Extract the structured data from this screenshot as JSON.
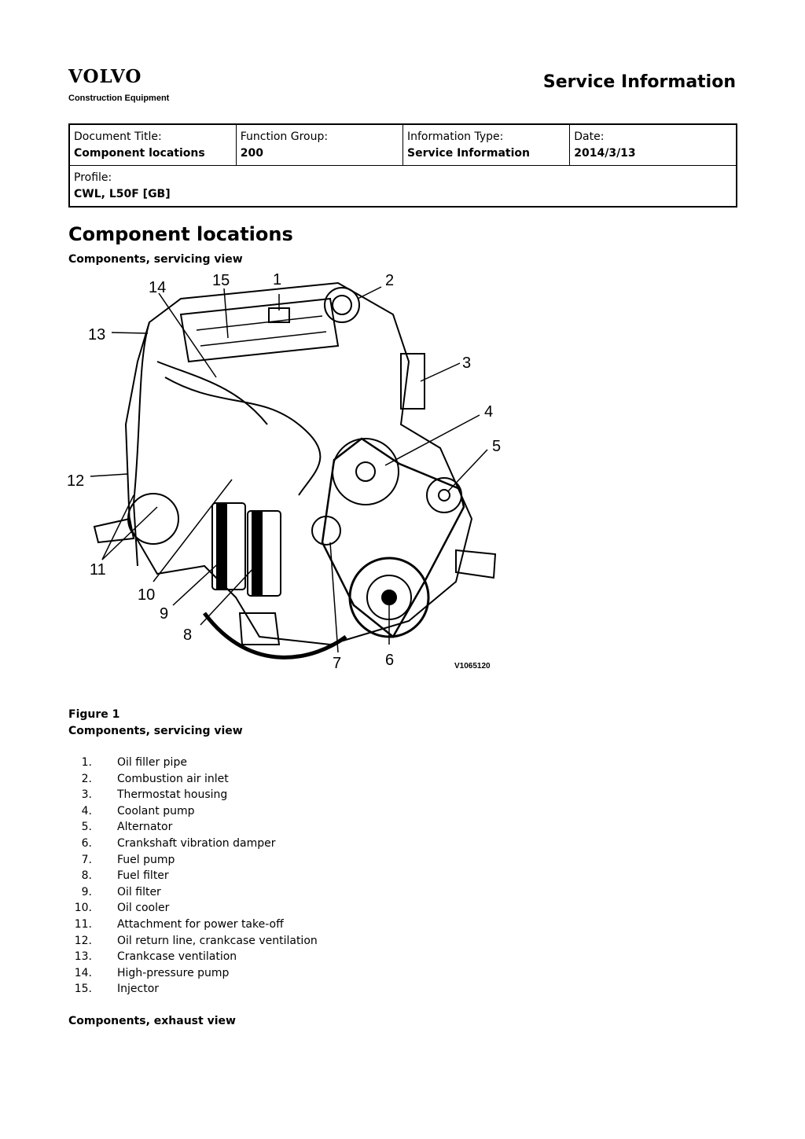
{
  "brand": {
    "name": "VOLVO",
    "division": "Construction Equipment"
  },
  "header": {
    "title": "Service Information"
  },
  "meta_table": {
    "document_title_label": "Document Title:",
    "document_title": "Component locations",
    "function_group_label": "Function Group:",
    "function_group": "200",
    "information_type_label": "Information Type:",
    "information_type": "Service Information",
    "date_label": "Date:",
    "date": "2014/3/13",
    "profile_label": "Profile:",
    "profile": "CWL, L50F [GB]"
  },
  "doc": {
    "title": "Component locations",
    "section1": "Components, servicing view",
    "section2": "Components, exhaust view"
  },
  "figure": {
    "number": "Figure 1",
    "caption": "Components, servicing view",
    "image_id": "V1065120",
    "callouts": [
      "1",
      "2",
      "3",
      "4",
      "5",
      "6",
      "7",
      "8",
      "9",
      "10",
      "11",
      "12",
      "13",
      "14",
      "15"
    ]
  },
  "parts": [
    {
      "num": "1.",
      "name": "Oil filler pipe"
    },
    {
      "num": "2.",
      "name": "Combustion air inlet"
    },
    {
      "num": "3.",
      "name": "Thermostat housing"
    },
    {
      "num": "4.",
      "name": "Coolant pump"
    },
    {
      "num": "5.",
      "name": "Alternator"
    },
    {
      "num": "6.",
      "name": "Crankshaft vibration damper"
    },
    {
      "num": "7.",
      "name": "Fuel pump"
    },
    {
      "num": "8.",
      "name": "Fuel filter"
    },
    {
      "num": "9.",
      "name": "Oil filter"
    },
    {
      "num": "10.",
      "name": "Oil cooler"
    },
    {
      "num": "11.",
      "name": "Attachment for power take-off"
    },
    {
      "num": "12.",
      "name": "Oil return line, crankcase ventilation"
    },
    {
      "num": "13.",
      "name": "Crankcase ventilation"
    },
    {
      "num": "14.",
      "name": "High-pressure pump"
    },
    {
      "num": "15.",
      "name": "Injector"
    }
  ]
}
